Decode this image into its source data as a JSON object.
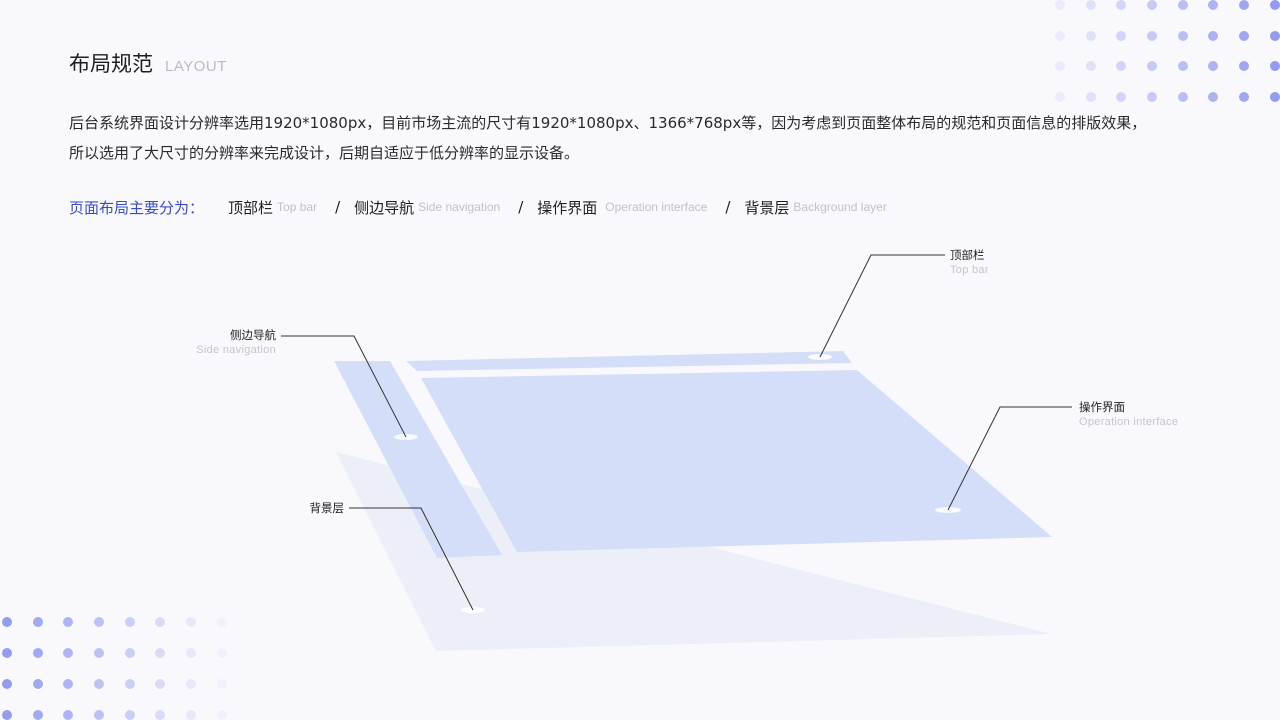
{
  "header": {
    "title": "布局规范",
    "subtitle": "LAYOUT"
  },
  "description": {
    "line1": "后台系统界面设计分辨率选用1920*1080px，目前市场主流的尺寸有1920*1080px、1366*768px等，因为考虑到页面整体布局的规范和页面信息的排版效果，",
    "line2": "所以选用了大尺寸的分辨率来完成设计，后期自适应于低分辨率的显示设备。"
  },
  "layout_parts": {
    "label": "页面布局主要分为：",
    "separator": "/",
    "items": [
      {
        "cn": "顶部栏",
        "en": "Top bar"
      },
      {
        "cn": "侧边导航",
        "en": "Side  navigation"
      },
      {
        "cn": "操作界面",
        "en": "Operation  interface"
      },
      {
        "cn": "背景层",
        "en": "Background layer"
      }
    ]
  },
  "callouts": {
    "top_bar": {
      "cn": "顶部栏",
      "en": "Top bar"
    },
    "side_nav": {
      "cn": "侧边导航",
      "en": "Side  navigation"
    },
    "operation": {
      "cn": "操作界面",
      "en": "Operation  interface"
    },
    "background": {
      "cn": "背景层"
    }
  },
  "colors": {
    "page_bg": "#f9f9fd",
    "accent_blue": "#3a4dbf",
    "layer_blue": "#d5def9",
    "background_layer": "#eceff8",
    "dot": "#8e97ec"
  }
}
